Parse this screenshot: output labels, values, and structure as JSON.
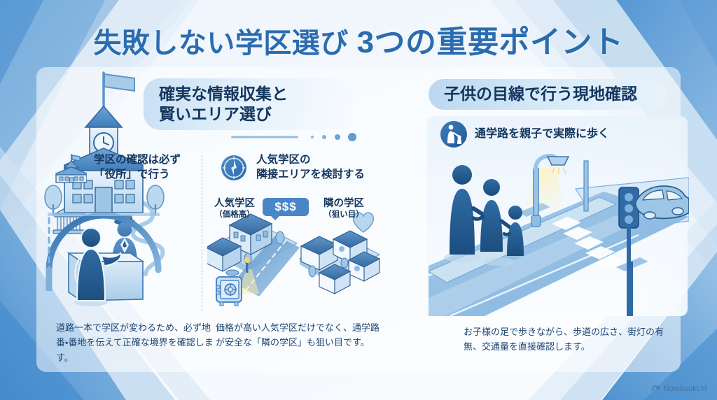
{
  "title": {
    "main": "失敗しない学区選び",
    "emphasis": "3つの重要ポイント"
  },
  "sections": {
    "left": {
      "band_line1": "確実な情報収集と",
      "band_line2": "賢いエリア選び",
      "points": [
        {
          "icon": "school-building-icon",
          "heading_line1": "学区の確認は必ず",
          "heading_line2": "「役所」で行う",
          "caption": "道路一本で学区が変わるため、必ず地番・番地を伝えて正確な境界を確認します。",
          "illustration": "government-counter-scene"
        },
        {
          "icon": "compass-icon",
          "heading_line1": "人気学区の",
          "heading_line2": "隣接エリアを検討する",
          "caption": "価格が高い人気学区だけでなく、通学路が安全な「隣の学区」も狙い目です。",
          "illustration": "isometric-neighborhood-scene",
          "labels": {
            "popular_area_main": "人気学区",
            "popular_area_sub": "（価格高）",
            "next_area_main": "隣の学区",
            "next_area_sub": "（狙い目）",
            "price_badge": "$$$"
          }
        }
      ]
    },
    "right": {
      "band": "子供の目線で行う現地確認",
      "point": {
        "icon": "parent-child-walking-icon",
        "heading": "通学路を親子で実際に歩く",
        "caption": "お子様の足で歩きながら、歩道の広さ、街灯の有無、交通量を直接確認します。",
        "illustration": "isometric-crosswalk-scene"
      }
    }
  },
  "watermark": {
    "label": "NotebookLM",
    "icon": "notebooklm-icon"
  },
  "colors": {
    "title_blue": "#2b6cb0",
    "heading_navy": "#14365e",
    "band_blue": "#c6def3",
    "accent_blue": "#4a86c6",
    "deep_blue": "#1f5a96",
    "page_bg": "#f4f8fc",
    "badge_blue": "#4a86c6"
  }
}
